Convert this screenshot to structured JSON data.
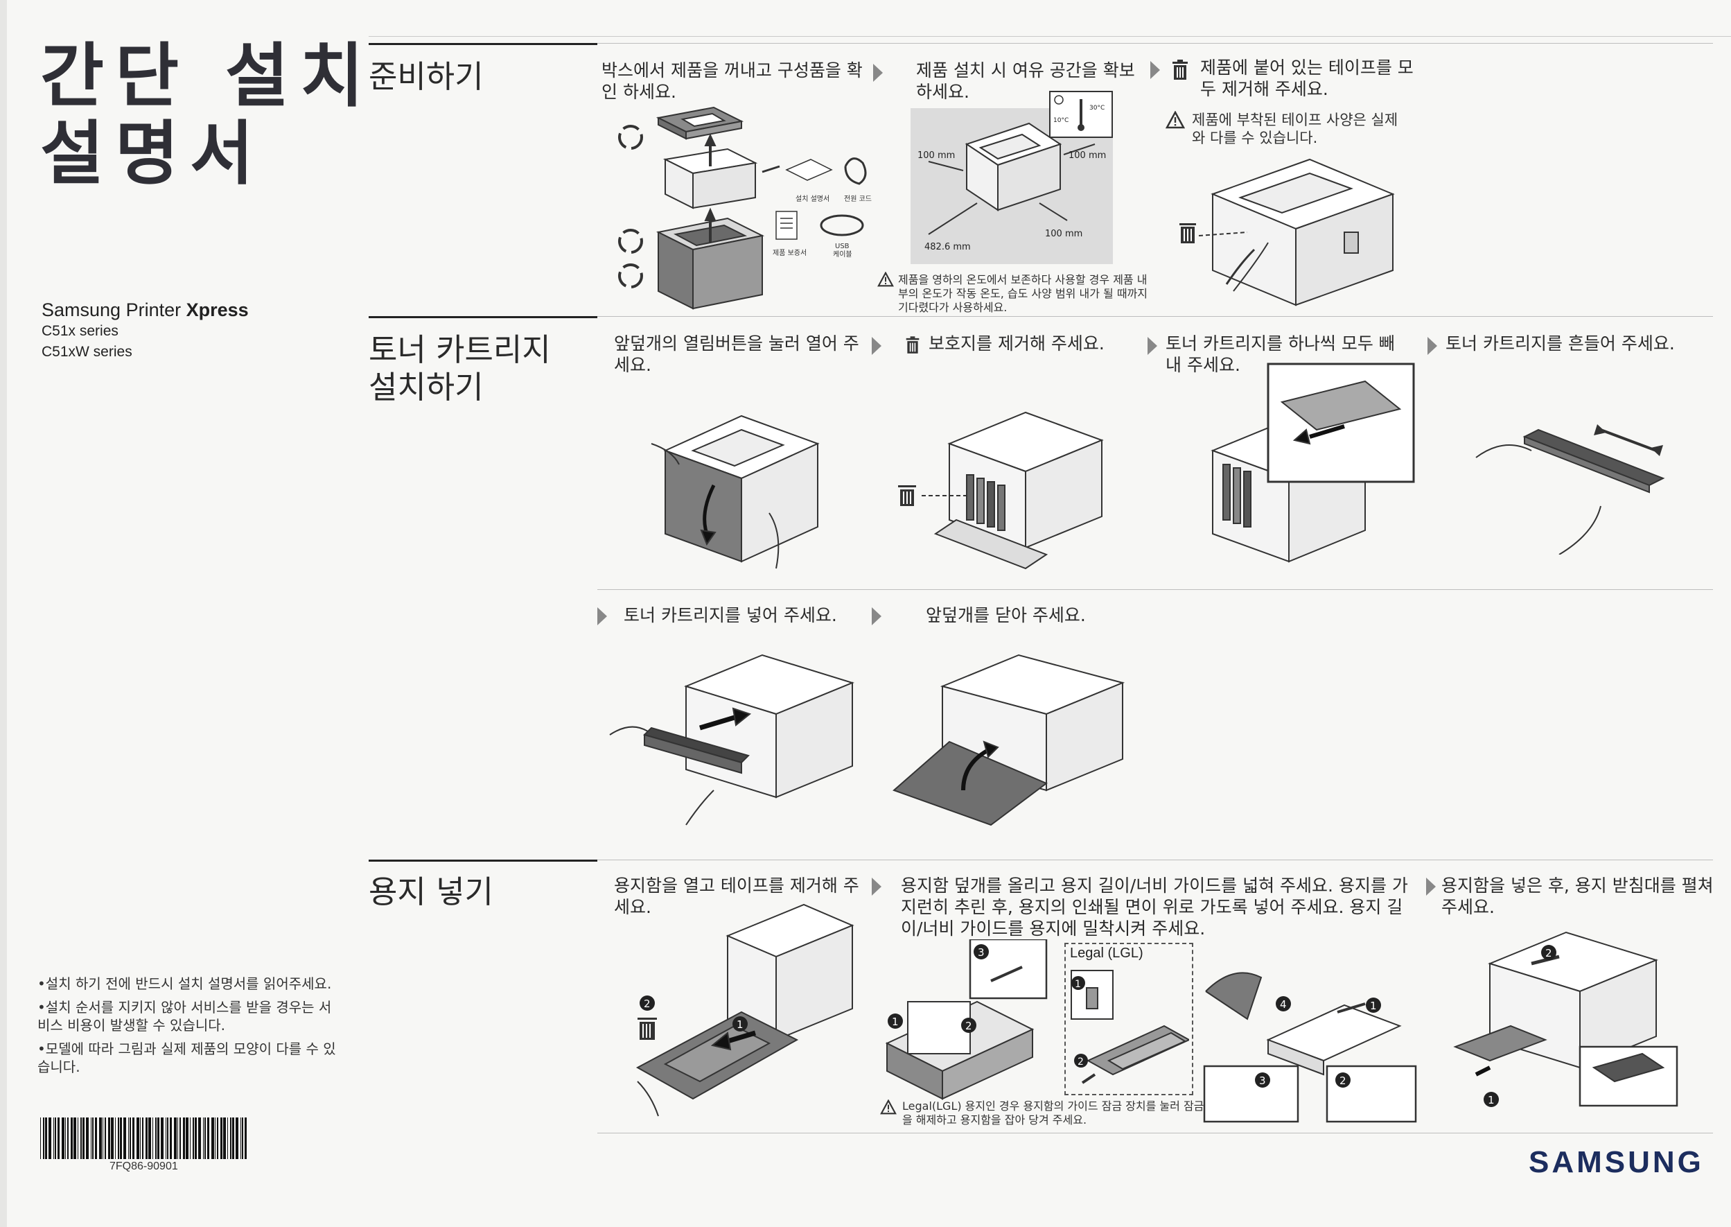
{
  "cover": {
    "title_line1": "간단 설치",
    "title_line2": "설명서",
    "product_brand": "Samsung Printer ",
    "product_name": "Xpress",
    "series1": "C51x series",
    "series2": "C51xW series",
    "notes": [
      "•설치 하기 전에 반드시 설치 설명서를 읽어주세요.",
      "•설치 순서를 지키지 않아 서비스를 받을 경우는 서비스 비용이 발생할 수 있습니다.",
      "•모델에 따라 그림과 실제 제품의 모양이 다를 수 있습니다."
    ],
    "barcode_number": "7FQ86-90901",
    "logo": "SAMSUNG"
  },
  "sections": {
    "prepare": {
      "title": "준비하기",
      "step1": "박스에서 제품을 꺼내고 구성품을 확인 하세요.",
      "step2": "제품 설치 시 여유 공간을 확보 하세요.",
      "step3": "제품에 붙어 있는 테이프를 모두 제거해 주세요.",
      "step3_warning": "제품에 부착된 테이프 사양은 실제와 다를 수 있습니다.",
      "step2_warning": "제품을 영하의 온도에서 보존하다 사용할 경우 제품 내부의 온도가 작동 온도, 습도 사양 범위 내가 될 때까지 기다렸다가 사용하세요.",
      "items": {
        "manual": "설치 설명서",
        "power_cord": "전원 코드",
        "warranty": "제품 보증서",
        "usb_l1": "USB",
        "usb_l2": "케이블"
      },
      "clearances": {
        "left": "100 mm",
        "right": "100 mm",
        "front": "482.6 mm",
        "back": "100 mm"
      },
      "temp": {
        "low": "10°C",
        "high": "30°C"
      }
    },
    "toner": {
      "title_line1": "토너 카트리지",
      "title_line2": "설치하기",
      "step1": "앞덮개의 열림버튼을 눌러 열어 주세요.",
      "step2": "보호지를 제거해 주세요.",
      "step3": "토너 카트리지를 하나씩 모두 빼내 주세요.",
      "step4": "토너 카트리지를 흔들어 주세요.",
      "step5": "토너 카트리지를 넣어 주세요.",
      "step6": "앞덮개를 닫아 주세요."
    },
    "paper": {
      "title": "용지 넣기",
      "step1": "용지함을 열고 테이프를 제거해 주세요.",
      "step2": "용지함 덮개를 올리고 용지 길이/너비 가이드를 넓혀 주세요. 용지를 가지런히 추린 후, 용지의 인쇄될 면이 위로 가도록 넣어 주세요. 용지 길이/너비 가이드를 용지에 밀착시켜 주세요.",
      "step3": "용지함을 넣은 후, 용지 받침대를 펼쳐 주세요.",
      "legal_label": "Legal (LGL)",
      "legal_warning": "Legal(LGL) 용지인 경우 용지함의 가이드 잠금 장치를 눌러 잠금을 해제하고 용지함을 잡아 당겨 주세요."
    }
  },
  "callouts": [
    "1",
    "2",
    "3",
    "4"
  ]
}
